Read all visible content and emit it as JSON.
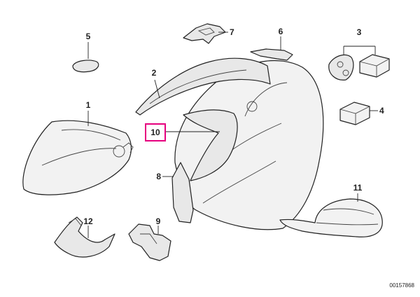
{
  "diagram": {
    "callouts": [
      {
        "id": "1",
        "label": "1"
      },
      {
        "id": "2",
        "label": "2"
      },
      {
        "id": "3",
        "label": "3"
      },
      {
        "id": "4",
        "label": "4"
      },
      {
        "id": "5",
        "label": "5"
      },
      {
        "id": "6",
        "label": "6"
      },
      {
        "id": "7",
        "label": "7"
      },
      {
        "id": "8",
        "label": "8"
      },
      {
        "id": "9",
        "label": "9"
      },
      {
        "id": "10",
        "label": "10"
      },
      {
        "id": "11",
        "label": "11"
      },
      {
        "id": "12",
        "label": "12"
      }
    ],
    "highlighted_callout": "10",
    "highlight_color": "#e6007e",
    "document_number": "00157868"
  }
}
